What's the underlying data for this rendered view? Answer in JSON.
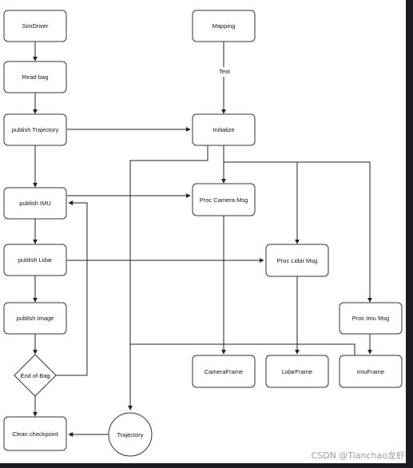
{
  "diagram": {
    "nodes": {
      "simdriver": "SimDriver",
      "readbag": "Read bag",
      "publish_traj": "publish Trajectory",
      "publish_imu": "publish IMU",
      "publish_lidar": "publish Lidar",
      "publish_image": "publish Image",
      "end_of_bag": "End of Bag",
      "clean_checkpoint": "Clean checkpoint",
      "mapping": "Mapping",
      "initialize": "Initialize",
      "proc_camera": "Proc Camera Msg",
      "proc_lidar": "Proc Lidar Msg",
      "proc_imu": "Proc Imu Msg",
      "camera_frame": "CameraFrame",
      "lidar_frame": "LidarFrame",
      "imu_frame": "ImuFrame",
      "trajectory": "Trajectory"
    },
    "edge_labels": {
      "mapping_to_init": "Text"
    }
  },
  "watermark": "CSDN @Tianchao龙虾"
}
